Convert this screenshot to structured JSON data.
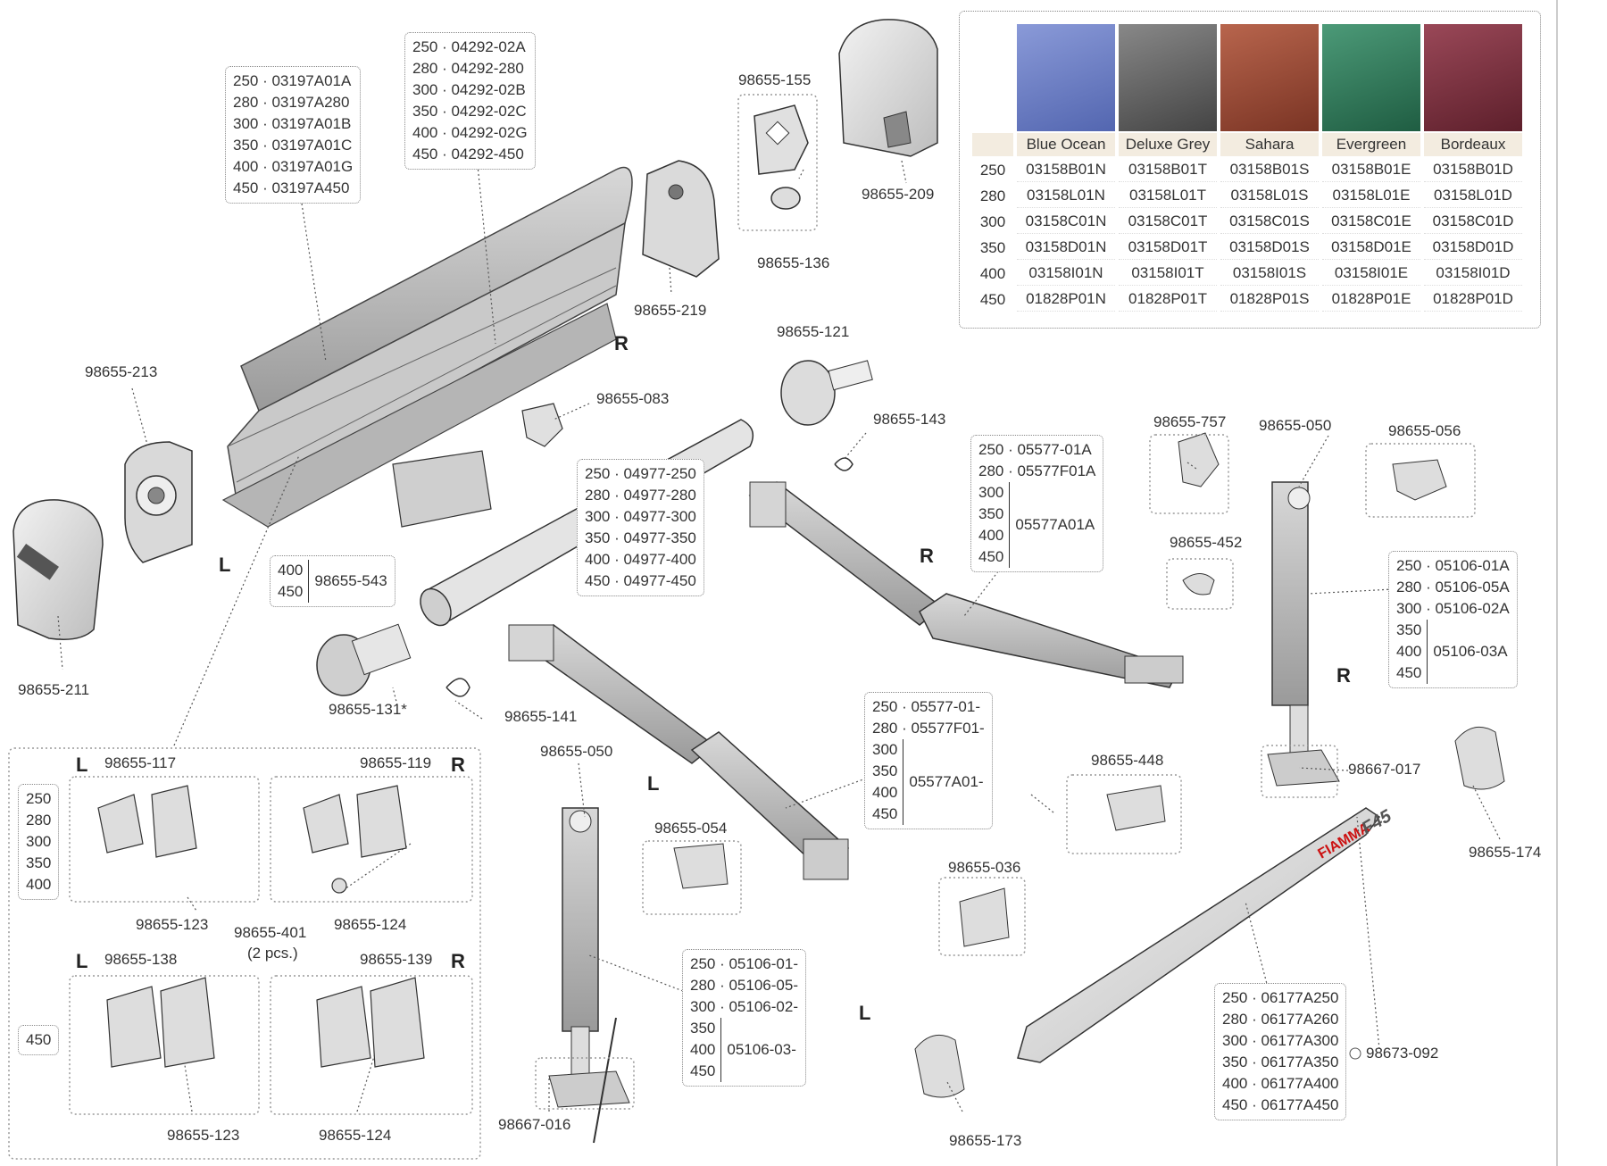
{
  "fabric_table": {
    "colors": [
      {
        "name": "Blue Ocean",
        "hex": "#6f82c4"
      },
      {
        "name": "Deluxe Grey",
        "hex": "#6a6a6a"
      },
      {
        "name": "Sahara",
        "hex": "#9a4a36"
      },
      {
        "name": "Evergreen",
        "hex": "#2f7a5a"
      },
      {
        "name": "Bordeaux",
        "hex": "#7a2e3c"
      }
    ],
    "rows": [
      {
        "size": "250",
        "codes": [
          "03158B01N",
          "03158B01T",
          "03158B01S",
          "03158B01E",
          "03158B01D"
        ]
      },
      {
        "size": "280",
        "codes": [
          "03158L01N",
          "03158L01T",
          "03158L01S",
          "03158L01E",
          "03158L01D"
        ]
      },
      {
        "size": "300",
        "codes": [
          "03158C01N",
          "03158C01T",
          "03158C01S",
          "03158C01E",
          "03158C01D"
        ]
      },
      {
        "size": "350",
        "codes": [
          "03158D01N",
          "03158D01T",
          "03158D01S",
          "03158D01E",
          "03158D01D"
        ]
      },
      {
        "size": "400",
        "codes": [
          "03158I01N",
          "03158I01T",
          "03158I01S",
          "03158I01E",
          "03158I01D"
        ]
      },
      {
        "size": "450",
        "codes": [
          "01828P01N",
          "01828P01T",
          "01828P01S",
          "01828P01E",
          "01828P01D"
        ]
      }
    ]
  },
  "parts": {
    "p155": "98655-155",
    "p136": "98655-136",
    "p209": "98655-209",
    "p219": "98655-219",
    "p213": "98655-213",
    "p211": "98655-211",
    "p083": "98655-083",
    "p121": "98655-121",
    "p143": "98655-143",
    "p543": "98655-543",
    "p131": "98655-131*",
    "p141": "98655-141",
    "p757": "98655-757",
    "p050a": "98655-050",
    "p056": "98655-056",
    "p452": "98655-452",
    "p050b": "98655-050",
    "p054": "98655-054",
    "p448": "98655-448",
    "p017": "98667-017",
    "p174": "98655-174",
    "p036": "98655-036",
    "p016": "98667-016",
    "p173": "98655-173",
    "p092": "98673-092",
    "p117": "98655-117",
    "p119": "98655-119",
    "p123a": "98655-123",
    "p401": "98655-401",
    "p401note": "(2 pcs.)",
    "p124a": "98655-124",
    "p138": "98655-138",
    "p139": "98655-139",
    "p123b": "98655-123",
    "p124b": "98655-124"
  },
  "sides": {
    "R1": "R",
    "L1": "L",
    "R2": "R",
    "L2": "L",
    "R3": "R",
    "L3": "L",
    "L4": "L",
    "R4": "R",
    "L5": "L",
    "R5": "R"
  },
  "sizebox_cover": [
    "250 · 03197A01A",
    "280 · 03197A280",
    "300 · 03197A01B",
    "350 · 03197A01C",
    "400 · 03197A01G",
    "450 · 03197A450"
  ],
  "sizebox_profile": [
    "250 · 04292-02A",
    "280 · 04292-280",
    "300 · 04292-02B",
    "350 · 04292-02C",
    "400 · 04292-02G",
    "450 · 04292-450"
  ],
  "sizebox_tube": [
    "250 · 04977-250",
    "280 · 04977-280",
    "300 · 04977-300",
    "350 · 04977-350",
    "400 · 04977-400",
    "450 · 04977-450"
  ],
  "sizebox_543": {
    "sizes": [
      "400",
      "450"
    ],
    "code": "98655-543"
  },
  "sizebox_armR": {
    "single": [
      "250 · 05577-01A",
      "280 · 05577F01A"
    ],
    "sizes": [
      "300",
      "350",
      "400",
      "450"
    ],
    "code": "05577A01A"
  },
  "sizebox_armL": {
    "single": [
      "250 · 05577-01-",
      "280 · 05577F01-"
    ],
    "sizes": [
      "300",
      "350",
      "400",
      "450"
    ],
    "code": "05577A01-"
  },
  "sizebox_legR": {
    "single": [
      "250 · 05106-01A",
      "280 · 05106-05A",
      "300 · 05106-02A"
    ],
    "sizes": [
      "350",
      "400",
      "450"
    ],
    "code": "05106-03A"
  },
  "sizebox_legL": {
    "single": [
      "250 · 05106-01-",
      "280 · 05106-05-",
      "300 · 05106-02-"
    ],
    "sizes": [
      "350",
      "400",
      "450"
    ],
    "code": "05106-03-"
  },
  "sizebox_front": [
    "250 · 06177A250",
    "280 · 06177A260",
    "300 · 06177A300",
    "350 · 06177A350",
    "400 · 06177A400",
    "450 · 06177A450"
  ],
  "kit_sizes_small": [
    "250",
    "280",
    "300",
    "350",
    "400"
  ],
  "kit_sizes_large": [
    "450"
  ],
  "brand": {
    "logo": "FIAMMA",
    "model": "F45"
  }
}
